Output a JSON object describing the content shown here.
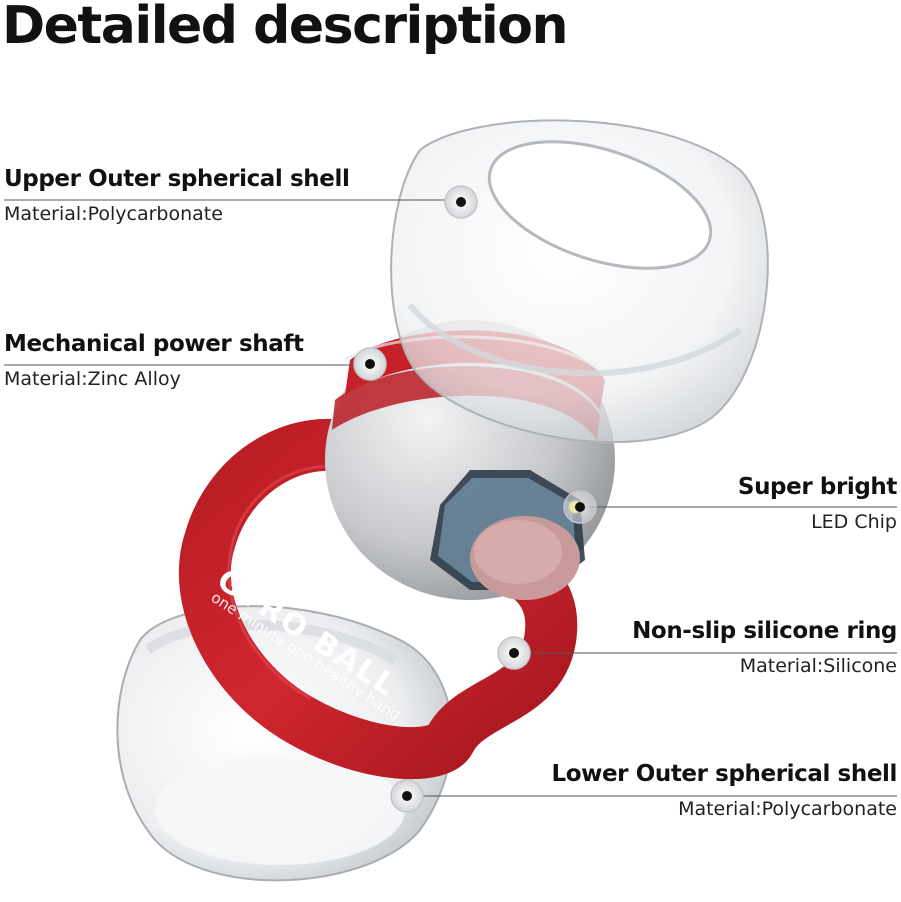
{
  "title": "Detailed description",
  "parts": [
    {
      "name": "Upper Outer spherical shell",
      "material": "Material:Polycarbonate"
    },
    {
      "name": "Mechanical power shaft",
      "material": "Material:Zinc Alloy"
    },
    {
      "name": "Super bright",
      "material": "LED Chip"
    },
    {
      "name": "Non-slip silicone ring",
      "material": "Material:Silicone"
    },
    {
      "name": "Lower Outer spherical shell",
      "material": "Material:Polycarbonate"
    }
  ],
  "ring_text": {
    "brand": "GYRO BALL",
    "slogan": "one minute one healthy hand"
  },
  "colors": {
    "ring_red": "#c8202a",
    "shell_clear": "#e9ecef",
    "core_silver": "#c9cbce",
    "led_yellow": "#f3e34a"
  }
}
